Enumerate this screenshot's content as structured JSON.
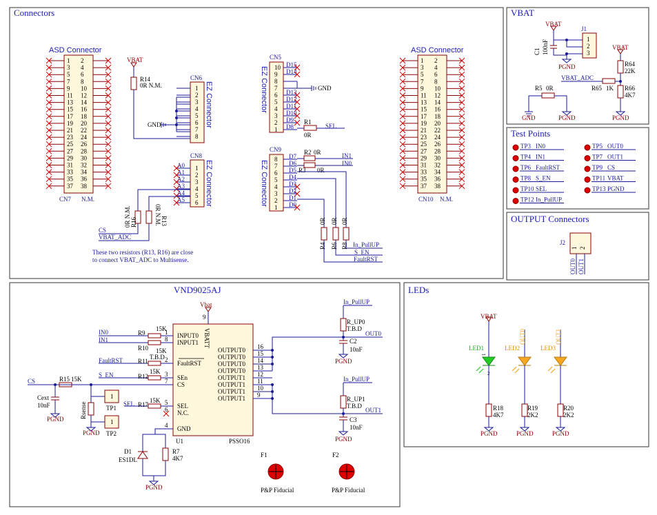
{
  "sections": {
    "connectors": "Connectors",
    "vbat": "VBAT",
    "test_points": "Test Points",
    "output_connectors": "OUTPUT Connectors",
    "vnd": "VND9025AJ",
    "leds": "LEDs"
  },
  "asd_left": {
    "title": "ASD Connector",
    "ref": "CN7",
    "note": "N.M.",
    "pins_left": [
      "1",
      "3",
      "5",
      "7",
      "9",
      "11",
      "13",
      "15",
      "17",
      "19",
      "21",
      "23",
      "25",
      "27",
      "29",
      "31",
      "33",
      "35",
      "37"
    ],
    "pins_right": [
      "2",
      "4",
      "6",
      "8",
      "10",
      "12",
      "14",
      "16",
      "18",
      "20",
      "22",
      "24",
      "26",
      "28",
      "30",
      "32",
      "34",
      "36",
      "38"
    ]
  },
  "asd_right": {
    "title": "ASD Connector",
    "ref": "CN10",
    "note": "N.M.",
    "pins_left": [
      "1",
      "3",
      "5",
      "7",
      "9",
      "11",
      "13",
      "15",
      "17",
      "19",
      "21",
      "23",
      "25",
      "27",
      "29",
      "31",
      "33",
      "35",
      "37"
    ],
    "pins_right": [
      "2",
      "4",
      "6",
      "8",
      "10",
      "12",
      "14",
      "16",
      "18",
      "20",
      "22",
      "24",
      "26",
      "28",
      "30",
      "32",
      "34",
      "36",
      "38"
    ]
  },
  "cn6": {
    "ref": "CN6",
    "title": "EZ Connector",
    "pins": [
      "1",
      "2",
      "3",
      "4",
      "5",
      "6",
      "7",
      "8"
    ]
  },
  "cn8": {
    "ref": "CN8",
    "title": "EZ Connector",
    "pins": [
      "1",
      "2",
      "3",
      "4",
      "5",
      "6"
    ],
    "signals": [
      "A0",
      "A1",
      "A2",
      "A3",
      "A4",
      "A5"
    ]
  },
  "cn5": {
    "ref": "CN5",
    "title": "EZ Connector",
    "pins": [
      "10",
      "9",
      "8",
      "7",
      "6",
      "5",
      "4",
      "3",
      "2",
      "1"
    ],
    "signals": [
      "D15",
      "D14",
      "",
      "",
      "D13",
      "D12",
      "D11",
      "D10",
      "D9",
      "D8"
    ]
  },
  "cn9": {
    "ref": "CN9",
    "title": "EZ Connector",
    "pins": [
      "8",
      "7",
      "6",
      "5",
      "4",
      "3",
      "2",
      "1"
    ],
    "signals": [
      "D7",
      "D6",
      "D5",
      "D4",
      "D3",
      "D2",
      "D1",
      "D0"
    ]
  },
  "conn_labels": {
    "vbat": "VBAT",
    "r14": "R14",
    "r14_val": "0R N.M.",
    "gnd": "GND",
    "r1": "R1",
    "r1_val": "0R",
    "sel": "SEL",
    "r2": "R2",
    "r2_val": "0R",
    "r3": "R3",
    "r3_val": "0R",
    "in1": "IN1",
    "in0": "IN0",
    "r16": "R16",
    "r16_val": "0R N.M.",
    "r13": "R13",
    "r13_val": "0R N.M.",
    "cs": "CS",
    "vbat_adc": "VBAT_ADC",
    "r4": "R4",
    "r6": "R6",
    "r8": "R8",
    "r_val": "0R",
    "in_pullup": "In_PullUP",
    "s_en": "S_EN",
    "faultrst": "FaultRST",
    "note_line1": "These two resistors (R13, R16) are close",
    "note_line2": "to connect VBAT_ADC to Multisense."
  },
  "vbat_block": {
    "vbat": "VBAT",
    "c1": "C1",
    "c1_val": "100nF",
    "j1": "J1",
    "j1_pins": [
      "1",
      "2",
      "3"
    ],
    "pgnd": "PGND",
    "r64": "R64",
    "r64_val": "22K",
    "vbat_adc": "VBAT_ADC",
    "r65": "R65",
    "r65_val": "1K",
    "r66": "R66",
    "r66_val": "4K7",
    "r5": "R5",
    "r5_val": "0R",
    "gnd": "GND"
  },
  "test_points": [
    {
      "ref": "TP3",
      "label": "IN0"
    },
    {
      "ref": "TP5",
      "label": "OUT0"
    },
    {
      "ref": "TP4",
      "label": "IN1"
    },
    {
      "ref": "TP7",
      "label": "OUT1"
    },
    {
      "ref": "TP6",
      "label": "FaultRST"
    },
    {
      "ref": "TP9",
      "label": "CS"
    },
    {
      "ref": "TP8",
      "label": "S_EN"
    },
    {
      "ref": "TP11",
      "label": "VBAT"
    },
    {
      "ref": "TP10",
      "label": "SEL"
    },
    {
      "ref": "TP13",
      "label": "PGND"
    },
    {
      "ref": "TP12",
      "label": "In_PullUP"
    }
  ],
  "out_conn": {
    "ref": "J2",
    "pins": [
      "1",
      "2"
    ],
    "out0": "OUT0",
    "out1": "OUT1"
  },
  "vnd_block": {
    "vbat": "Vbat",
    "vbat_pin": "9",
    "ic_ref": "U1",
    "package": "PSSO16",
    "ic_vbat": "VBATT",
    "left_pins": [
      {
        "name": "INPUT0",
        "num": "1"
      },
      {
        "name": "INPUT1",
        "num": "8"
      },
      {
        "name": "FaultRST",
        "num": "2"
      },
      {
        "name": "SEn",
        "num": "3"
      },
      {
        "name": "CS",
        "num": "7"
      },
      {
        "name": "SEL",
        "num": "5"
      },
      {
        "name": "N.C.",
        "num": "6"
      },
      {
        "name": "GND",
        "num": "4"
      }
    ],
    "right_pins": [
      {
        "name": "OUTPUT0",
        "num": "16"
      },
      {
        "name": "OUTPUT0",
        "num": "15"
      },
      {
        "name": "OUTPUT0",
        "num": "14"
      },
      {
        "name": "OUTPUT0",
        "num": "13"
      },
      {
        "name": "OUTPUT1",
        "num": "12"
      },
      {
        "name": "OUTPUT1",
        "num": "11"
      },
      {
        "name": "OUTPUT1",
        "num": "10"
      },
      {
        "name": "OUTPUT1",
        "num": "9"
      }
    ],
    "in0": "IN0",
    "in1": "IN1",
    "faultrst": "FaultRST",
    "s_en": "S_EN",
    "cs": "CS",
    "sel": "SEL",
    "r9": "R9",
    "r10": "R10",
    "r11": "R11",
    "r12": "R12",
    "r15": "R15",
    "r17": "R17",
    "k15": "15K",
    "tbd": "T.B.D",
    "cext": "Cext",
    "cext_val": "10nF",
    "rsense": "Rsense",
    "pgnd": "PGND",
    "tp1": "TP1",
    "tp2": "TP2",
    "tp_pin": "1",
    "d1": "D1",
    "d1_val": "ES1DL",
    "r7": "R7",
    "r7_val": "4K7",
    "in_pullup": "In_PullUP",
    "r_up0": "R_UP0",
    "r_up1": "R_UP1",
    "c2": "C2",
    "c3": "C3",
    "c_val": "10nF",
    "out0": "OUT0",
    "out1": "OUT1",
    "f1": "F1",
    "f2": "F2",
    "fiducial": "P&P Fiducial"
  },
  "leds_block": {
    "vbat": "VBAT",
    "out0": "OUT0",
    "out1": "OUT1",
    "led1": "LED1",
    "led2": "LED2",
    "led3": "LED3",
    "r18": "R18",
    "r18_val": "4K7",
    "r19": "R19",
    "r19_val": "2K2",
    "r20": "R20",
    "r20_val": "2K2",
    "pgnd": "PGND",
    "pin1": "1",
    "pin2": "2"
  },
  "colors": {
    "wire": "#1a1a99",
    "part": "#8b0000",
    "title": "#1a1ab8",
    "noconnect": "#dd0000",
    "led_green": "#22cc22",
    "led_orange": "#f5a623",
    "fiducial": "#dd0000"
  }
}
